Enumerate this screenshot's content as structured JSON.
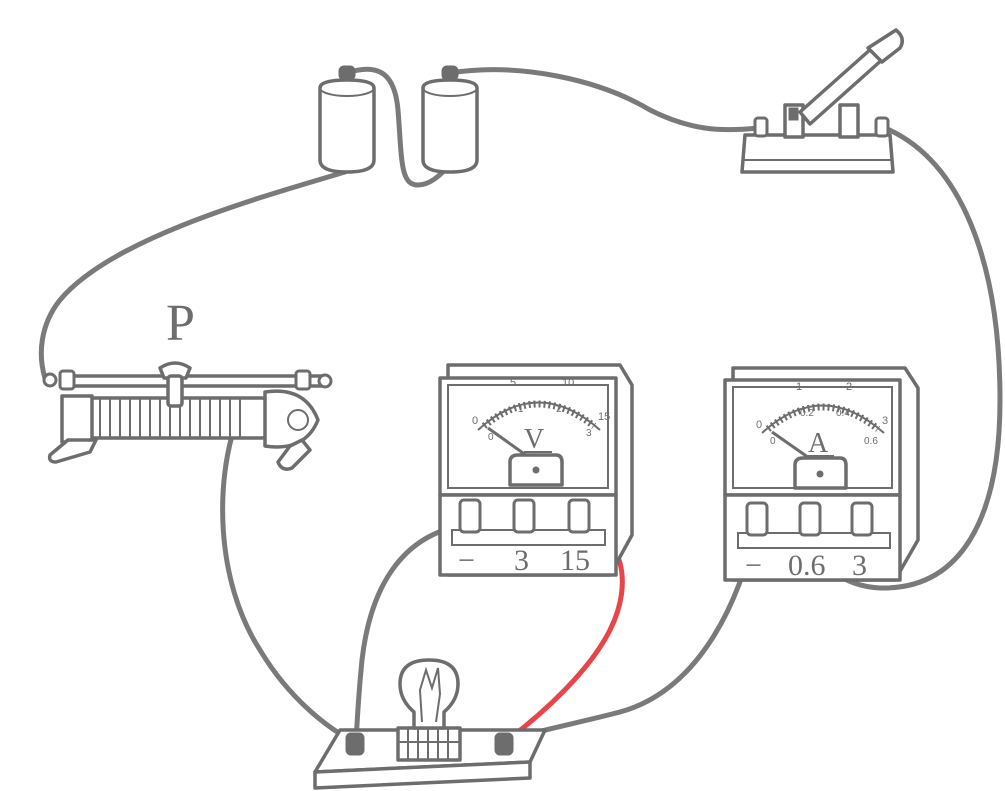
{
  "rheostat": {
    "slider_label": "P"
  },
  "voltmeter": {
    "symbol": "V",
    "terminals": [
      "−",
      "3",
      "15"
    ],
    "scale_upper": [
      "0",
      "5",
      "10",
      "15"
    ],
    "scale_lower": [
      "0",
      "1",
      "2",
      "3"
    ]
  },
  "ammeter": {
    "symbol": "A",
    "terminals": [
      "−",
      "0.6",
      "3"
    ],
    "scale_upper": [
      "0",
      "1",
      "2",
      "3"
    ],
    "scale_lower": [
      "0",
      "0.2",
      "0.4",
      "0.6"
    ]
  },
  "colors": {
    "wire": "#7a7a7a",
    "highlight_wire": "#e8454b",
    "outline": "#6d6d6d"
  }
}
